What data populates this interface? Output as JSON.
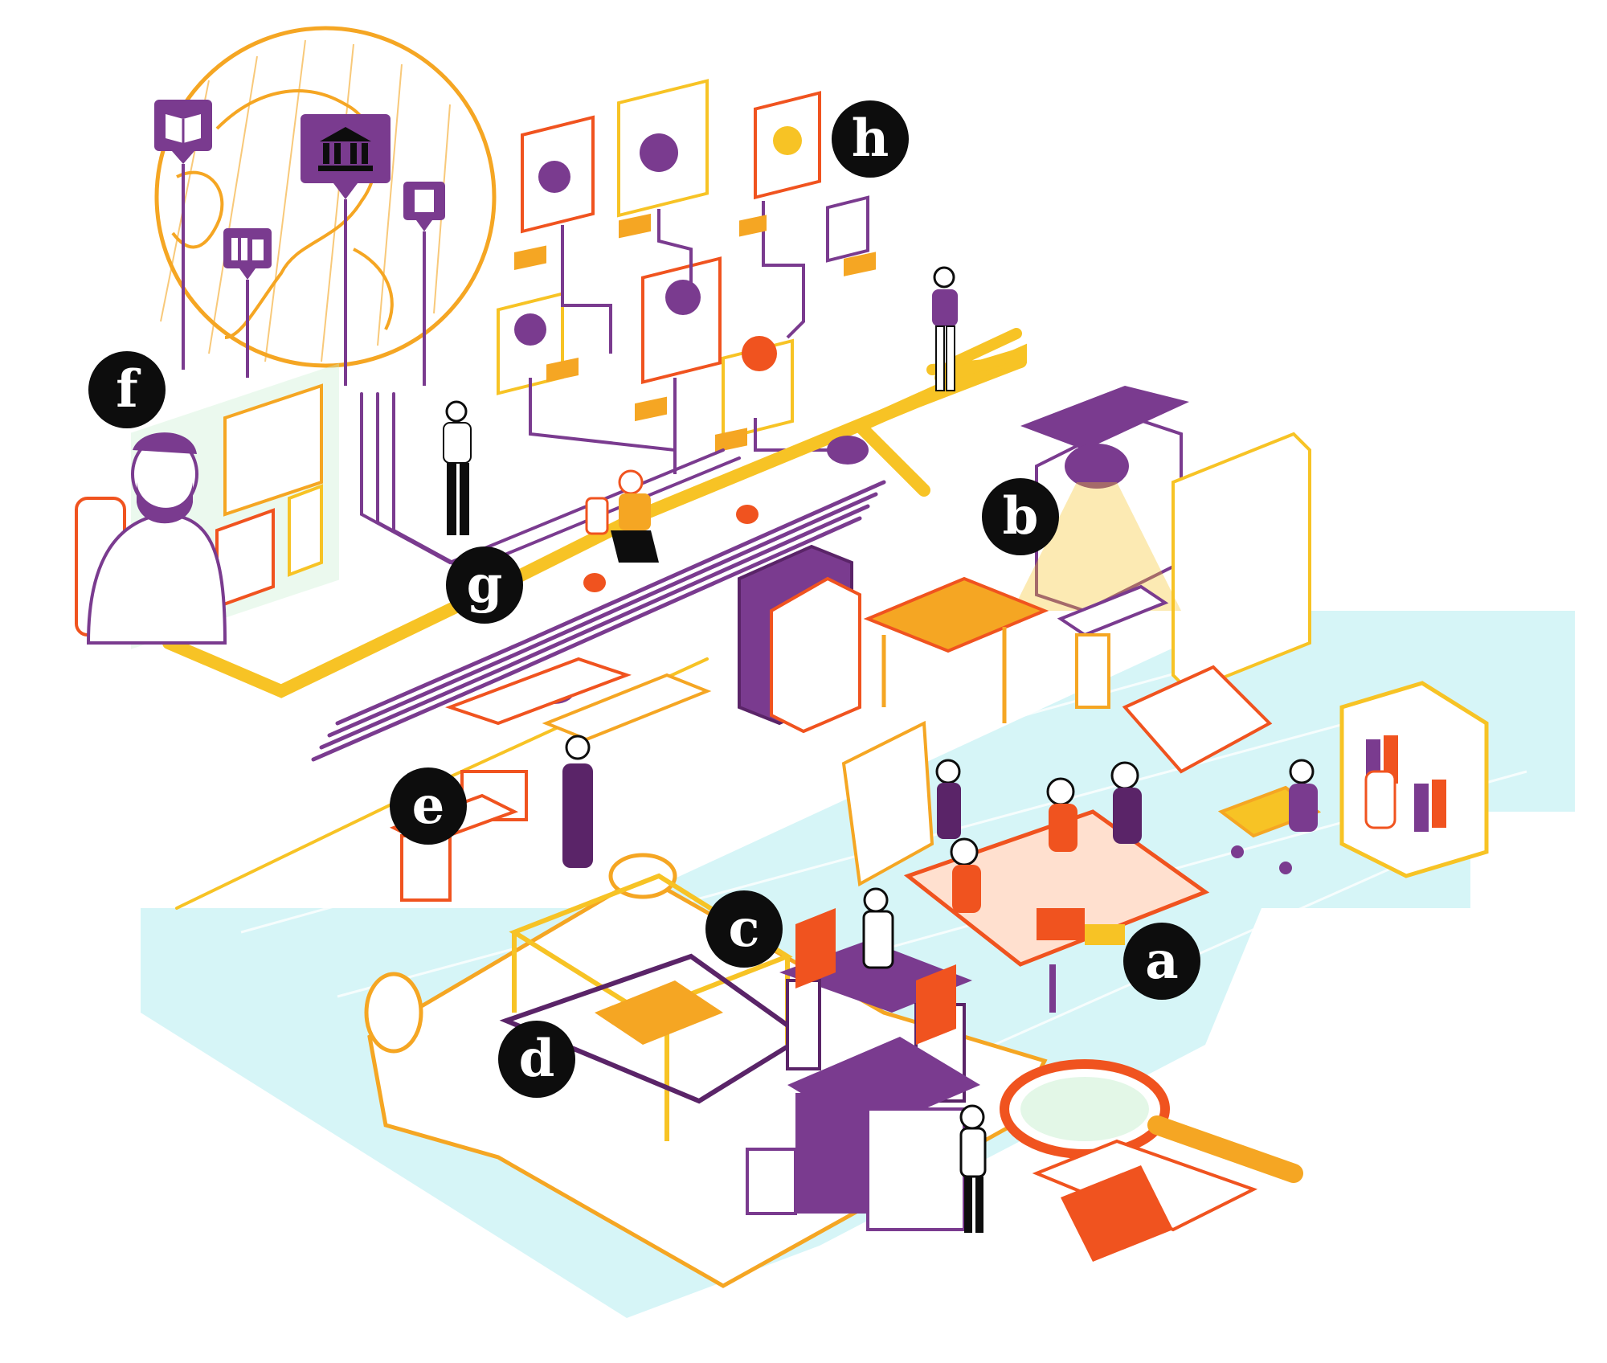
{
  "colors": {
    "purple": "#7a3b8f",
    "dark_purple": "#5a2468",
    "orange": "#f0531f",
    "amber": "#f5a623",
    "yellow": "#f7c325",
    "floor": "#d6f5f7",
    "mint": "#c8f0d0",
    "badge": "#0d0d0d"
  },
  "labels": {
    "a": "a",
    "b": "b",
    "c": "c",
    "d": "d",
    "e": "e",
    "f": "f",
    "g": "g",
    "h": "h"
  },
  "icons": {
    "map_pins": [
      "book-icon",
      "museum-icon",
      "book-stack-icon",
      "notebook-icon"
    ],
    "scene_objects": [
      "globe",
      "portrait-frames",
      "pipelines",
      "giant-books",
      "meeting-table",
      "scanner",
      "printer",
      "magnifying-glass",
      "bookshelf",
      "map-scroll"
    ]
  }
}
